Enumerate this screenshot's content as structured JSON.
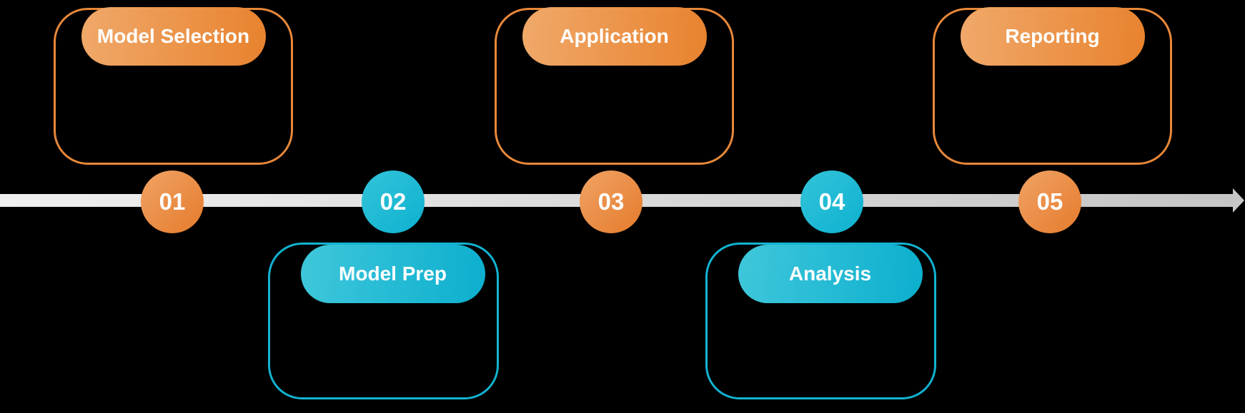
{
  "palette": {
    "background": "#000000",
    "text": "#ffffff",
    "orange_border": "#e8883a",
    "orange_badge_start": "#f0a96a",
    "orange_badge_end": "#e8822e",
    "orange_node_start": "#f0a365",
    "orange_node_end": "#e57b2c",
    "cyan_border": "#12b3d1",
    "cyan_badge_start": "#3fc7db",
    "cyan_badge_end": "#0cafce",
    "cyan_node_start": "#33c4d9",
    "cyan_node_end": "#0db1d0",
    "line_start": "#f0f0f0",
    "line_end": "#c5c5c5",
    "arrow": "#c7c7c7"
  },
  "timeline": {
    "arrow_icon": "arrow-right-icon"
  },
  "stages": [
    {
      "number": "01",
      "label": "Model Selection",
      "accent": "orange",
      "placement": "above"
    },
    {
      "number": "02",
      "label": "Model Prep",
      "accent": "cyan",
      "placement": "below"
    },
    {
      "number": "03",
      "label": "Application",
      "accent": "orange",
      "placement": "above"
    },
    {
      "number": "04",
      "label": "Analysis",
      "accent": "cyan",
      "placement": "below"
    },
    {
      "number": "05",
      "label": "Reporting",
      "accent": "orange",
      "placement": "above"
    }
  ]
}
